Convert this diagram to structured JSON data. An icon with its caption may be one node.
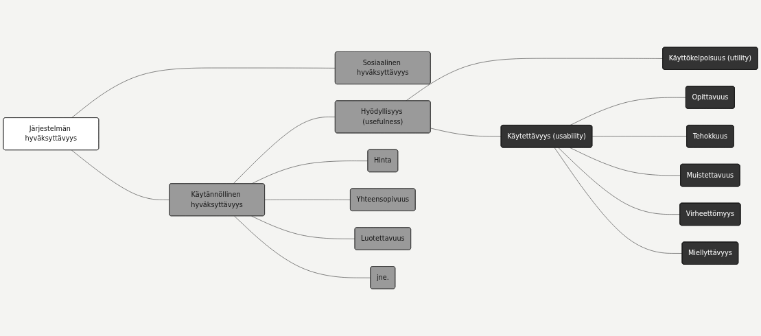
{
  "diagram": {
    "nodes": [
      {
        "text": [
          "Järjestelmän hyväksyttävyys"
        ]
      },
      {
        "text": [
          "Sosiaalinen hyväksyttävyys"
        ]
      },
      {
        "text": [
          "Käytännöllinen hyväksyttävyys"
        ]
      },
      {
        "text": [
          "Hyödyllisyys (usefulness)"
        ]
      },
      {
        "text": [
          "Hinta"
        ]
      },
      {
        "text": [
          "Yhteensopivuus"
        ]
      },
      {
        "text": [
          "Luotettavuus"
        ]
      },
      {
        "text": [
          "jne."
        ]
      },
      {
        "text": [
          "Käyttökelpoisuus (utility)"
        ]
      },
      {
        "text": [
          "Käytettävyys (usability)"
        ]
      },
      {
        "text": [
          "Opittavuus"
        ]
      },
      {
        "text": [
          "Tehokkuus"
        ]
      },
      {
        "text": [
          "Muistettavuus"
        ]
      },
      {
        "text": [
          "Virheettömyys"
        ]
      },
      {
        "text": [
          "Miellyttävyys"
        ]
      }
    ],
    "edges": [
      {
        "from": 0,
        "to": 1,
        "arrow": "none"
      },
      {
        "from": 0,
        "to": 2,
        "arrow": "none"
      },
      {
        "from": 2,
        "to": 3,
        "arrow": "none"
      },
      {
        "from": 2,
        "to": 4,
        "arrow": "none"
      },
      {
        "from": 2,
        "to": 5,
        "arrow": "none"
      },
      {
        "from": 2,
        "to": 6,
        "arrow": "none"
      },
      {
        "from": 2,
        "to": 7,
        "arrow": "none"
      },
      {
        "from": 3,
        "to": 8,
        "arrow": "none"
      },
      {
        "from": 3,
        "to": 9,
        "arrow": "none"
      },
      {
        "from": 9,
        "to": 10,
        "arrow": "none"
      },
      {
        "from": 9,
        "to": 11,
        "arrow": "none"
      },
      {
        "from": 9,
        "to": 12,
        "arrow": "none"
      },
      {
        "from": 9,
        "to": 13,
        "arrow": "none"
      },
      {
        "from": 9,
        "to": 14,
        "arrow": "none"
      }
    ]
  }
}
